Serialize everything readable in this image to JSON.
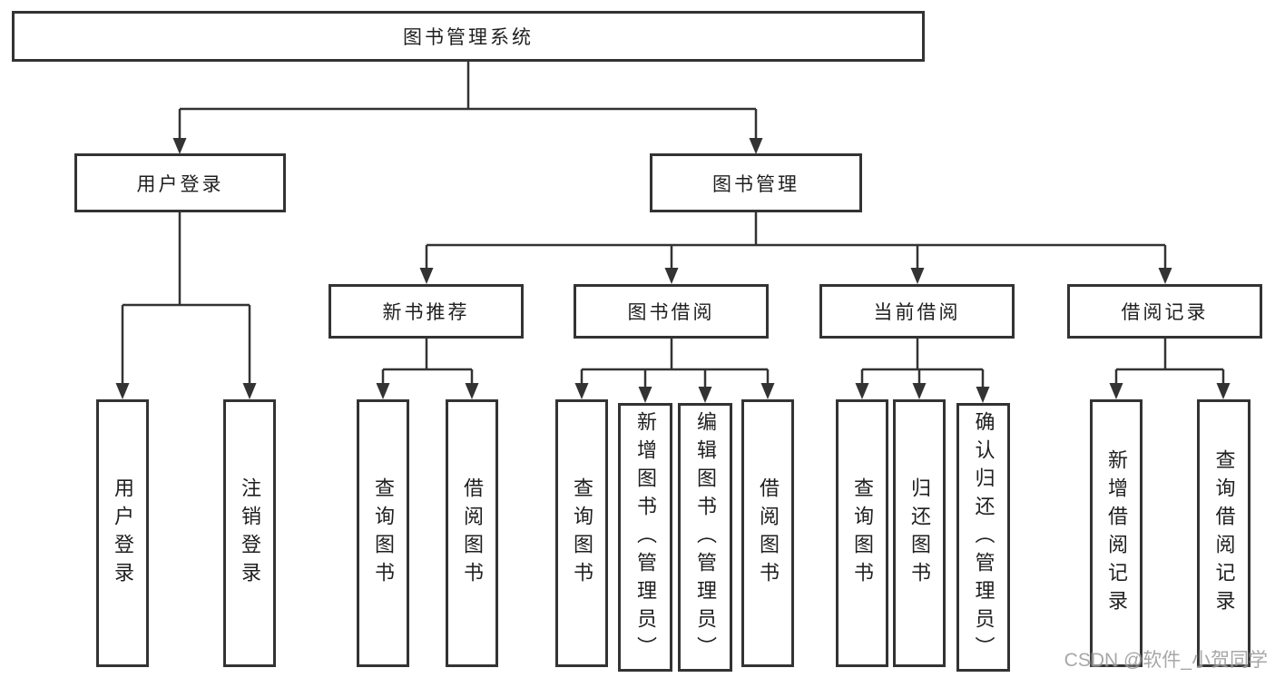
{
  "tree": {
    "label": "图书管理系统",
    "children": [
      {
        "label": "用户登录",
        "children": [
          {
            "label": "用户登录"
          },
          {
            "label": "注销登录"
          }
        ]
      },
      {
        "label": "图书管理",
        "children": [
          {
            "label": "新书推荐",
            "children": [
              {
                "label": "查询图书"
              },
              {
                "label": "借阅图书"
              }
            ]
          },
          {
            "label": "图书借阅",
            "children": [
              {
                "label": "查询图书"
              },
              {
                "label": "新增图书（管理员）"
              },
              {
                "label": "编辑图书（管理员）"
              },
              {
                "label": "借阅图书"
              }
            ]
          },
          {
            "label": "当前借阅",
            "children": [
              {
                "label": "查询图书"
              },
              {
                "label": "归还图书"
              },
              {
                "label": "确认归还（管理员）"
              }
            ]
          },
          {
            "label": "借阅记录",
            "children": [
              {
                "label": "新增借阅记录"
              },
              {
                "label": "查询借阅记录"
              }
            ]
          }
        ]
      }
    ]
  },
  "watermark": {
    "text": "CSDN @软件_小贺同学"
  },
  "colors": {
    "line": "#333333",
    "box_border": "#333333",
    "text": "#1f1f1f",
    "background": "#ffffff",
    "watermark": "#9b9b9b"
  }
}
